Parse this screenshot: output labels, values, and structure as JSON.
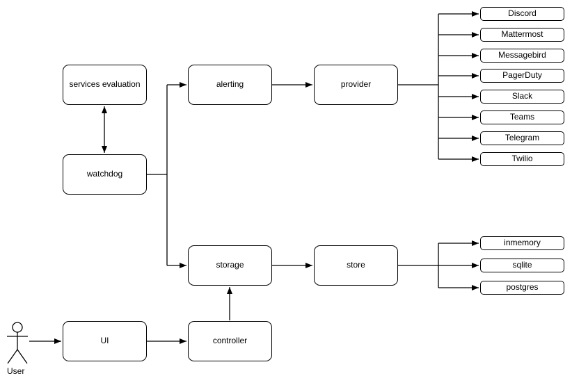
{
  "nodes": {
    "services_evaluation": "services evaluation",
    "watchdog": "watchdog",
    "alerting": "alerting",
    "provider": "provider",
    "storage": "storage",
    "store": "store",
    "ui": "UI",
    "controller": "controller"
  },
  "providers": [
    "Discord",
    "Mattermost",
    "Messagebird",
    "PagerDuty",
    "Slack",
    "Teams",
    "Telegram",
    "Twilio"
  ],
  "stores": [
    "inmemory",
    "sqlite",
    "postgres"
  ],
  "actor": {
    "label": "User"
  },
  "colors": {
    "stroke": "#000000",
    "node_fill": "#ffffff",
    "background": "#ffffff"
  }
}
